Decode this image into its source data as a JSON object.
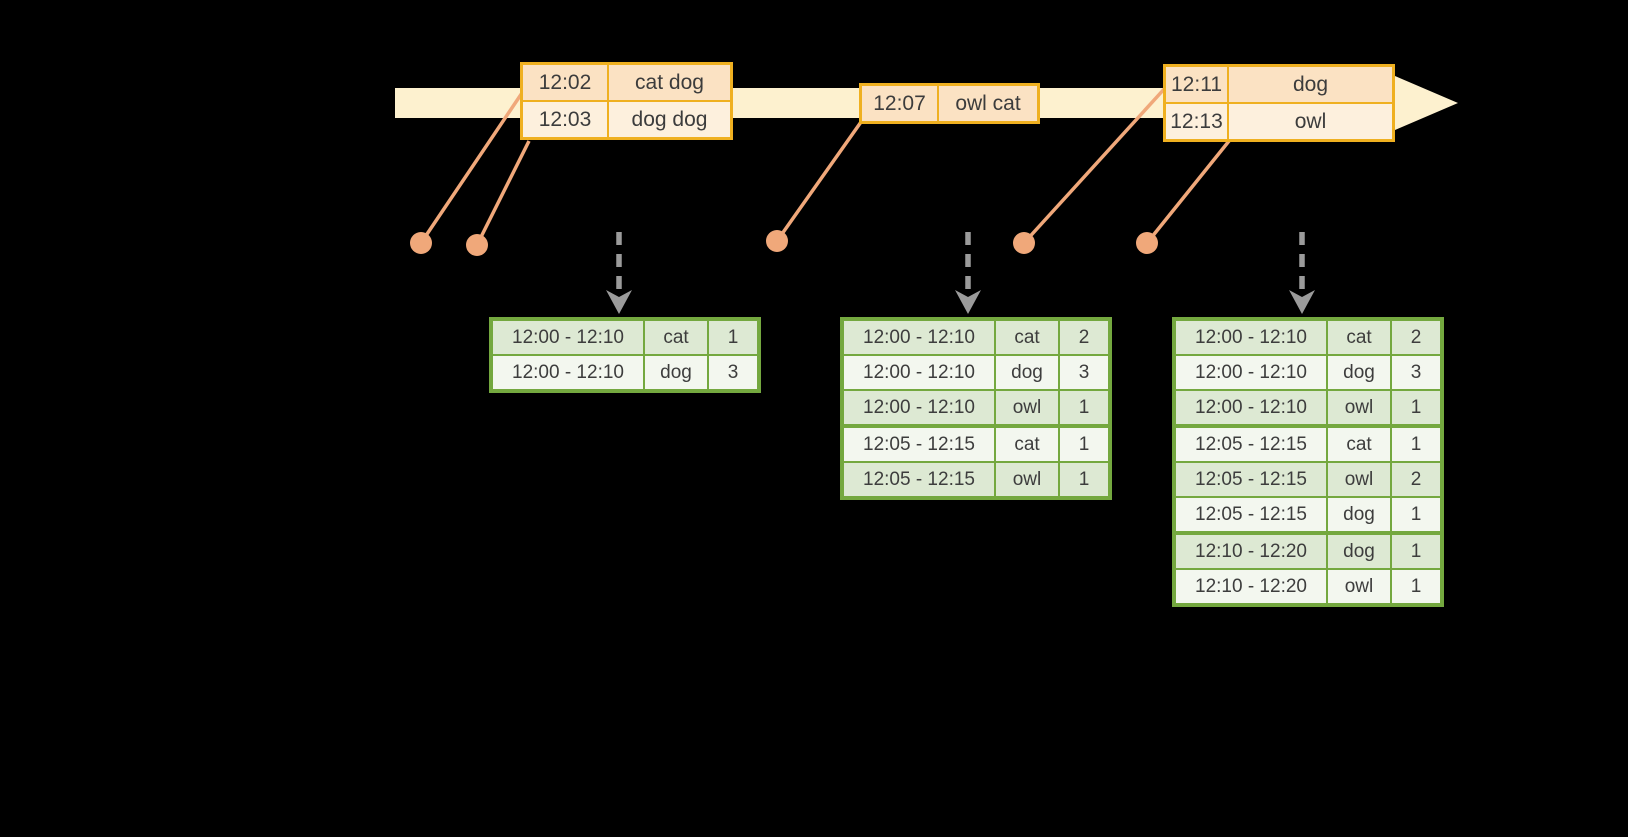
{
  "colors": {
    "background": "#000000",
    "timeline_band": "#fdf1cf",
    "event_border": "#efb020",
    "event_fill_dark": "#fbe2c3",
    "event_fill_light": "#fdf0dd",
    "event_dot": "#f0a87a",
    "table_border_green": "#74a83f",
    "table_row_green": "#dde9d3",
    "table_row_white": "#f3f7ef",
    "trigger_arrow_gray": "#9b9b9b",
    "text": "#3c3c3c"
  },
  "event_boxes": [
    {
      "rows": [
        {
          "time": "12:02",
          "words": "cat dog"
        },
        {
          "time": "12:03",
          "words": "dog dog"
        }
      ]
    },
    {
      "rows": [
        {
          "time": "12:07",
          "words": "owl cat"
        }
      ]
    },
    {
      "rows": [
        {
          "time": "12:11",
          "words": "dog"
        },
        {
          "time": "12:13",
          "words": "owl"
        }
      ]
    }
  ],
  "result_tables": [
    {
      "rows": [
        [
          "12:00 - 12:10",
          "cat",
          "1"
        ],
        [
          "12:00 - 12:10",
          "dog",
          "3"
        ]
      ],
      "group_breaks": []
    },
    {
      "rows": [
        [
          "12:00 - 12:10",
          "cat",
          "2"
        ],
        [
          "12:00 - 12:10",
          "dog",
          "3"
        ],
        [
          "12:00 - 12:10",
          "owl",
          "1"
        ],
        [
          "12:05 - 12:15",
          "cat",
          "1"
        ],
        [
          "12:05 - 12:15",
          "owl",
          "1"
        ]
      ],
      "group_breaks": [
        3
      ]
    },
    {
      "rows": [
        [
          "12:00 - 12:10",
          "cat",
          "2"
        ],
        [
          "12:00 - 12:10",
          "dog",
          "3"
        ],
        [
          "12:00 - 12:10",
          "owl",
          "1"
        ],
        [
          "12:05 - 12:15",
          "cat",
          "1"
        ],
        [
          "12:05 - 12:15",
          "owl",
          "2"
        ],
        [
          "12:05 - 12:15",
          "dog",
          "1"
        ],
        [
          "12:10 - 12:20",
          "dog",
          "1"
        ],
        [
          "12:10 - 12:20",
          "owl",
          "1"
        ]
      ],
      "group_breaks": [
        3,
        6
      ]
    }
  ]
}
